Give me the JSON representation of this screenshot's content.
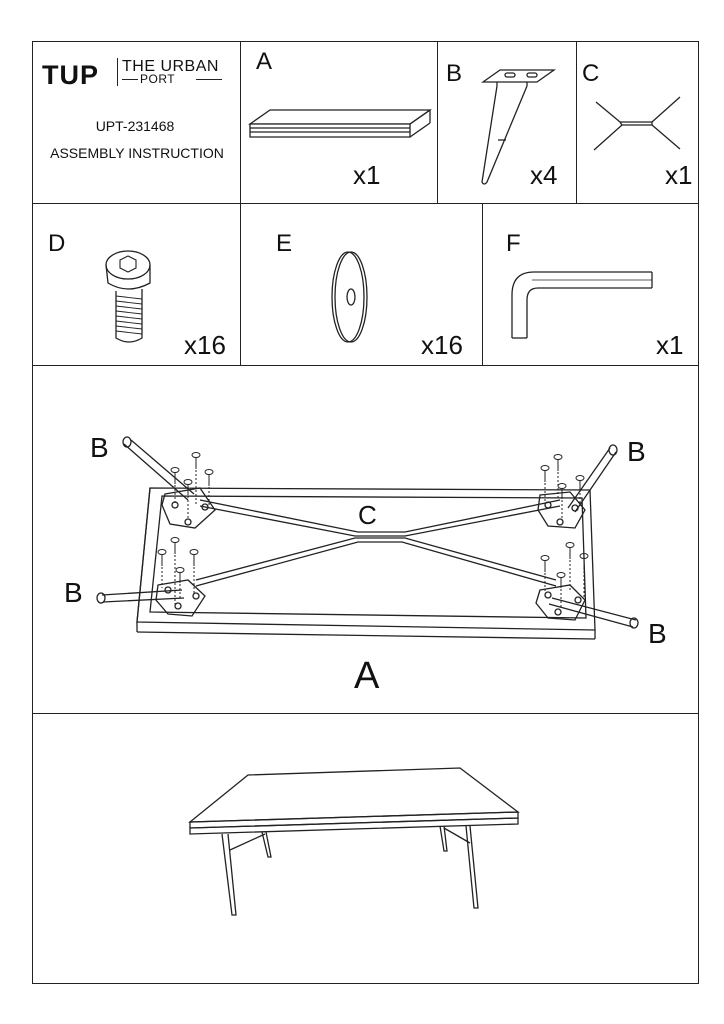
{
  "header": {
    "logo_text": "TUP",
    "brand_name": "THE URBAN",
    "brand_sub": "PORT",
    "model": "UPT-231468",
    "document_title": "ASSEMBLY INSTRUCTION"
  },
  "parts": [
    {
      "letter": "A",
      "qty": "x1",
      "icon": "tabletop-icon"
    },
    {
      "letter": "B",
      "qty": "x4",
      "icon": "leg-icon"
    },
    {
      "letter": "C",
      "qty": "x1",
      "icon": "cross-brace-icon"
    },
    {
      "letter": "D",
      "qty": "x16",
      "icon": "bolt-icon"
    },
    {
      "letter": "E",
      "qty": "x16",
      "icon": "washer-icon"
    },
    {
      "letter": "F",
      "qty": "x1",
      "icon": "allen-key-icon"
    }
  ],
  "step1": {
    "leg_label": "B",
    "brace_label": "C",
    "top_label": "A"
  }
}
